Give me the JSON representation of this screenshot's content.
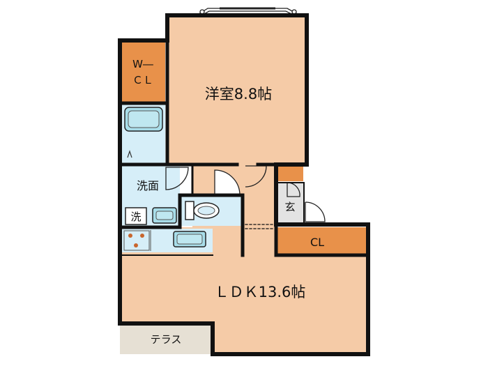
{
  "rooms": {
    "western_room": "洋室8.8帖",
    "ldk": "ＬＤＫ13.6帖",
    "walk_in_closet_line1": "W―",
    "walk_in_closet_line2": "ＣＬ",
    "closet": "CL",
    "washroom": "洗面",
    "washer": "洗",
    "entrance": "玄",
    "terrace": "テラス"
  },
  "colors": {
    "room_floor": "#F5CBA7",
    "closet": "#E8914A",
    "wet_area": "#D6EEF8",
    "fixture": "#A8DDE9",
    "entrance_floor": "#E3E3E3",
    "terrace": "#E6E0D4",
    "wall": "#111111"
  }
}
